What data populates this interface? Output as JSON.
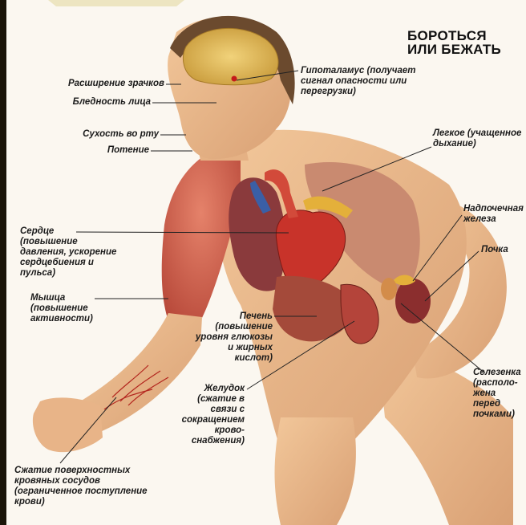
{
  "title": "БОРОТЬСЯ\nИЛИ БЕЖАТЬ",
  "labels": {
    "pupils": "Расширение зрачков",
    "pale_face": "Бледность лица",
    "dry_mouth": "Сухость во рту",
    "sweat": "Потение",
    "hypothalamus": "Гипоталамус (получает\nсигнал опасности или\nперегрузки)",
    "lung": "Легкое (учащенное\nдыхание)",
    "adrenal": "Надпочечная\nжелеза",
    "kidney": "Почка",
    "heart": "Сердце\n(повышение\nдавления, ускорение\nсердцебиения и\nпульса)",
    "muscle": "Мышца\n(повышение\nактивности)",
    "liver": "Печень\n(повышение\nуровня глюкозы\nи жирных\nкислот)",
    "stomach": "Желудок\n(сжатие в\nсвязи с\nсокращением\nкрово-\nснабжения)",
    "spleen": "Селезенка\n(располо-\nжена\nперед\nпочками)",
    "vessels": "Сжатие поверхностных\nкровяных сосудов\n(ограниченное поступление\nкрови)"
  },
  "colors": {
    "frame": "#1a1408",
    "paper": "#fbf7f0",
    "skin": "#e9b889",
    "brain": "#e8c25a",
    "heart": "#c8332a",
    "liver": "#8a3a3c",
    "lung": "#c98a70",
    "title": "#111111"
  }
}
